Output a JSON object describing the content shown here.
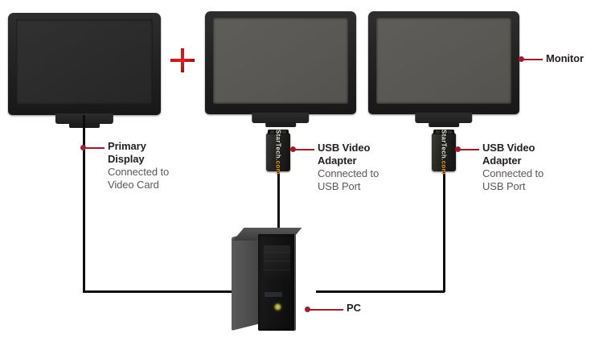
{
  "diagram": {
    "background_color": "#ffffff",
    "accent_color": "#9d1c2e",
    "plus_color": "#d21b1b"
  },
  "monitors": [
    {
      "id": "primary-display",
      "state": "off"
    },
    {
      "id": "secondary-display-1",
      "state": "on"
    },
    {
      "id": "secondary-display-2",
      "state": "on"
    }
  ],
  "plus_sign": {
    "symbol": "+"
  },
  "adapters": [
    {
      "id": "usb-video-adapter-1",
      "brand": "StarTech",
      "brand_suffix": ".com"
    },
    {
      "id": "usb-video-adapter-2",
      "brand": "StarTech",
      "brand_suffix": ".com"
    }
  ],
  "pc": {
    "id": "pc-tower"
  },
  "callouts": {
    "monitor": {
      "title": "Monitor",
      "sub_line1": "",
      "sub_line2": ""
    },
    "primary_display": {
      "title_line1": "Primary",
      "title_line2": "Display",
      "sub_line1": "Connected to",
      "sub_line2": "Video Card"
    },
    "usb_adapter_1": {
      "title_line1": "USB Video",
      "title_line2": "Adapter",
      "sub_line1": "Connected to",
      "sub_line2": "USB Port"
    },
    "usb_adapter_2": {
      "title_line1": "USB Video",
      "title_line2": "Adapter",
      "sub_line1": "Connected to",
      "sub_line2": "USB Port"
    },
    "pc": {
      "title": "PC"
    }
  }
}
